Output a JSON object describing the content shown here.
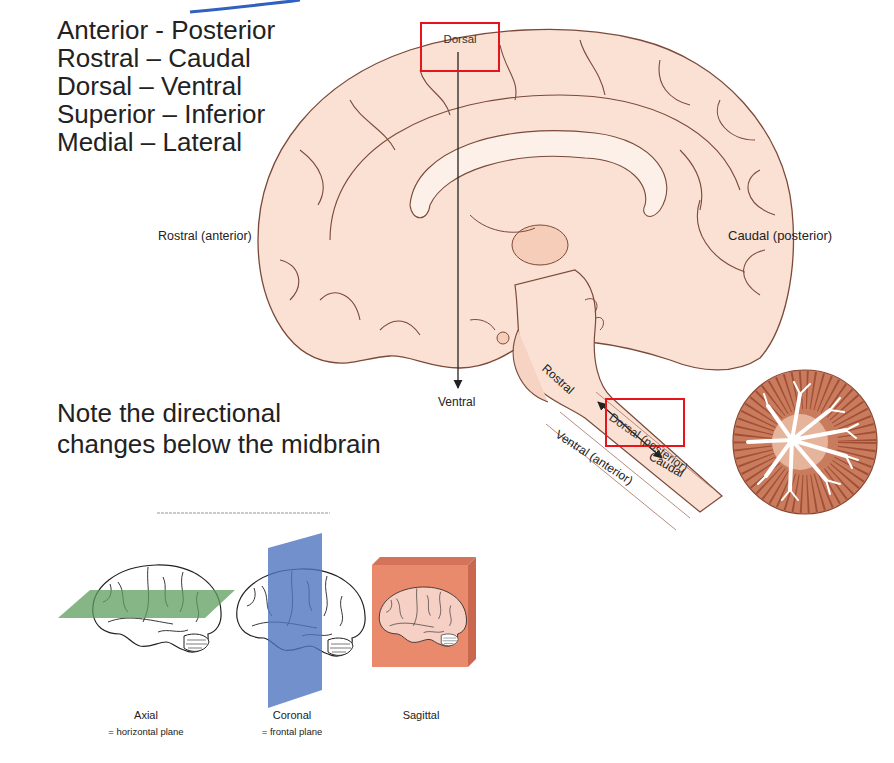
{
  "diagram": {
    "nodes": [
      {
        "text": [
          "Dorsal"
        ]
      },
      {
        "text": [
          "Dorsal (posterior)"
        ]
      }
    ],
    "labels": [
      "Anterior - Posterior",
      "Rostral – Caudal",
      "Dorsal – Ventral",
      "Superior – Inferior",
      "Medial – Lateral",
      "Rostral (anterior)",
      "Caudal (posterior)",
      "Ventral",
      "Note the directional changes below the midbrain",
      "Rostral",
      "Caudal",
      "Ventral (anterior)",
      "Axial",
      "= horizontal plane",
      "Coronal",
      "= frontal plane",
      "Sagittal"
    ]
  }
}
